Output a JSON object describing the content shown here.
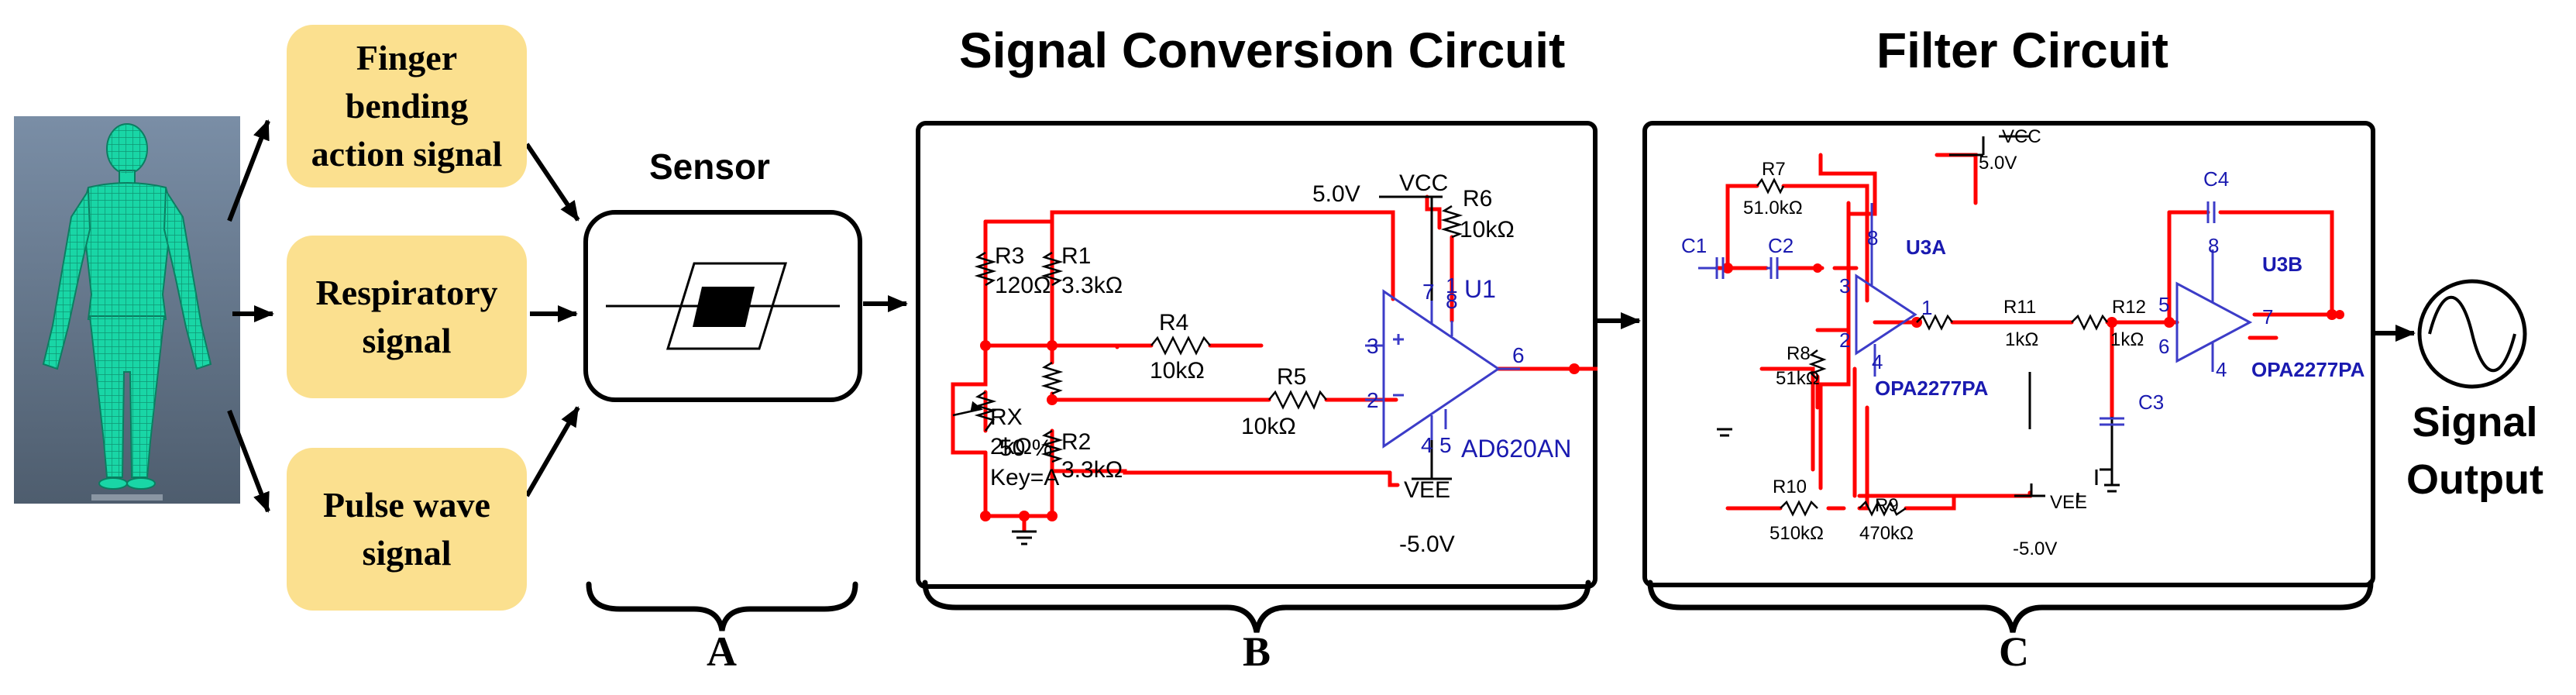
{
  "signals": [
    {
      "label": "Finger\nbending\naction signal"
    },
    {
      "label": "Respiratory\nsignal"
    },
    {
      "label": "Pulse wave\nsignal"
    }
  ],
  "sensor_title": "Sensor",
  "conversion_title": "Signal Conversion Circuit",
  "filter_title": "Filter Circuit",
  "output_label": "Signal\nOutput",
  "panel_labels": {
    "a": "A",
    "b": "B",
    "c": "C"
  },
  "conversion_circuit": {
    "vcc": "VCC",
    "vcc_value": "5.0V",
    "vee": "VEE",
    "vee_value": "-5.0V",
    "r3": "R3",
    "r3_value": "120Ω",
    "r1": "R1",
    "r1_value": "3.3kΩ",
    "r4": "R4",
    "r4_value": "10kΩ",
    "r5": "R5",
    "r5_value": "10kΩ",
    "r6": "R6",
    "r6_value": "10kΩ",
    "r2": "R2",
    "r2_value": "3.3kΩ",
    "rx": "RX",
    "rx_value": "2kΩ",
    "rx_key": "Key=A",
    "rx_percent": "50 %",
    "opamp_ref": "U1",
    "opamp_part": "AD620AN",
    "pins": {
      "p7": "7",
      "p1": "1",
      "p8": "8",
      "p3": "3",
      "p2": "2",
      "p6": "6",
      "p4": "4",
      "p5": "5"
    }
  },
  "filter_circuit": {
    "vcc": "VCC",
    "vcc_value": "5.0V",
    "vee": "VEE",
    "vee_value": "-5.0V",
    "r7": "R7",
    "r7_value": "51.0kΩ",
    "c1": "C1",
    "c2": "C2",
    "c3": "C3",
    "c4": "C4",
    "u3a": "U3A",
    "u3b": "U3B",
    "part_a": "OPA2277PA",
    "part_b": "OPA2277PA",
    "r11": "R11",
    "r11_value": "1kΩ",
    "r12": "R12",
    "r12_value": "1kΩ",
    "r8": "R8",
    "r8_value": "51kΩ",
    "r10": "R10",
    "r10_value": "510kΩ",
    "r9": "R9",
    "r9_value": "470kΩ",
    "pins_a": {
      "p8": "8",
      "p3": "3",
      "p2": "2",
      "p1": "1",
      "p4": "4"
    },
    "pins_b": {
      "p8": "8",
      "p5": "5",
      "p6": "6",
      "p7": "7",
      "p4": "4"
    }
  },
  "colors": {
    "signal_box": "#fbe08f",
    "wire_red": "#ff0000",
    "component_text": "#1a1ab0",
    "opamp": "#3c3cc8",
    "human_body": "#19d6a6",
    "human_bg": "#6a7f96"
  }
}
